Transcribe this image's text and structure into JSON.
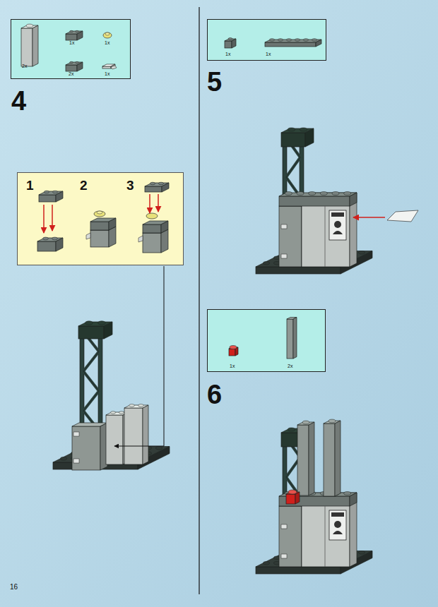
{
  "diagram": {
    "nodes": [
      {
        "text": [
          "2x",
          "1x",
          "1x",
          "2x",
          "1x"
        ]
      },
      {
        "text": [
          "1",
          "2",
          "3"
        ]
      },
      {
        "text": [
          "1x",
          "1x"
        ]
      },
      {
        "text": [
          "1x",
          "2x"
        ]
      }
    ],
    "labels": [
      "4",
      "5",
      "6",
      "16"
    ]
  }
}
